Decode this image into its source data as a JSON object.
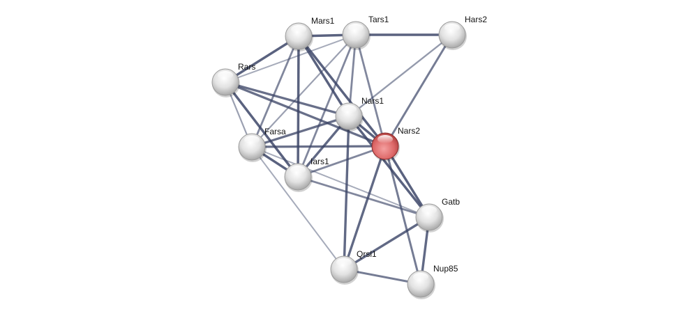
{
  "network": {
    "query_node": "Nars2",
    "colors": {
      "edge": "#3a4466",
      "query_node": "#e07070",
      "node": "#e4e4e4"
    },
    "nodes": [
      {
        "id": "Mars1",
        "label": "Mars1"
      },
      {
        "id": "Tars1",
        "label": "Tars1"
      },
      {
        "id": "Hars2",
        "label": "Hars2"
      },
      {
        "id": "Rars",
        "label": "Rars"
      },
      {
        "id": "Nars1",
        "label": "Nars1"
      },
      {
        "id": "Nars2",
        "label": "Nars2"
      },
      {
        "id": "Farsa",
        "label": "Farsa"
      },
      {
        "id": "Iars1",
        "label": "Iars1"
      },
      {
        "id": "Gatb",
        "label": "Gatb"
      },
      {
        "id": "Qrsl1",
        "label": "Qrsl1"
      },
      {
        "id": "Nup85",
        "label": "Nup85"
      }
    ],
    "edges": [
      [
        "Mars1",
        "Tars1",
        0.9
      ],
      [
        "Tars1",
        "Hars2",
        0.9
      ],
      [
        "Mars1",
        "Rars",
        0.9
      ],
      [
        "Tars1",
        "Rars",
        0.3
      ],
      [
        "Mars1",
        "Farsa",
        0.6
      ],
      [
        "Mars1",
        "Iars1",
        0.9
      ],
      [
        "Mars1",
        "Nars1",
        0.9
      ],
      [
        "Mars1",
        "Nars2",
        0.9
      ],
      [
        "Tars1",
        "Farsa",
        0.4
      ],
      [
        "Tars1",
        "Iars1",
        0.6
      ],
      [
        "Tars1",
        "Nars1",
        0.6
      ],
      [
        "Tars1",
        "Nars2",
        0.6
      ],
      [
        "Hars2",
        "Nars1",
        0.45
      ],
      [
        "Hars2",
        "Nars2",
        0.7
      ],
      [
        "Rars",
        "Nars1",
        0.8
      ],
      [
        "Rars",
        "Nars2",
        0.8
      ],
      [
        "Rars",
        "Farsa",
        0.4
      ],
      [
        "Rars",
        "Iars1",
        0.9
      ],
      [
        "Farsa",
        "Nars1",
        0.8
      ],
      [
        "Farsa",
        "Nars2",
        0.8
      ],
      [
        "Farsa",
        "Iars1",
        0.9
      ],
      [
        "Farsa",
        "Gatb",
        0.3
      ],
      [
        "Farsa",
        "Qrsl1",
        0.3
      ],
      [
        "Iars1",
        "Nars1",
        0.85
      ],
      [
        "Iars1",
        "Nars2",
        0.6
      ],
      [
        "Iars1",
        "Gatb",
        0.6
      ],
      [
        "Nars1",
        "Nars2",
        0.9
      ],
      [
        "Nars1",
        "Qrsl1",
        0.85
      ],
      [
        "Nars1",
        "Gatb",
        0.9
      ],
      [
        "Nars2",
        "Gatb",
        0.9
      ],
      [
        "Nars2",
        "Qrsl1",
        0.85
      ],
      [
        "Nars2",
        "Nup85",
        0.7
      ],
      [
        "Gatb",
        "Qrsl1",
        0.85
      ],
      [
        "Gatb",
        "Nup85",
        0.85
      ],
      [
        "Qrsl1",
        "Nup85",
        0.7
      ]
    ]
  }
}
